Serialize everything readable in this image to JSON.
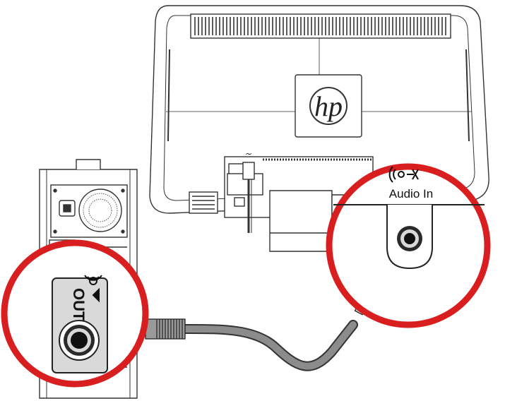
{
  "logo_text": "hp",
  "power_symbol": "~",
  "pc_jack": {
    "label": "OUT",
    "icon": "audio-out-icon"
  },
  "monitor_jack": {
    "label": "Audio In",
    "icon": "audio-in-icon"
  },
  "colors": {
    "callout_ring": "#d81e1e",
    "line_art": "#333333",
    "panel_gray": "#d9d9d9",
    "cable_gray": "#8c8c8c"
  }
}
